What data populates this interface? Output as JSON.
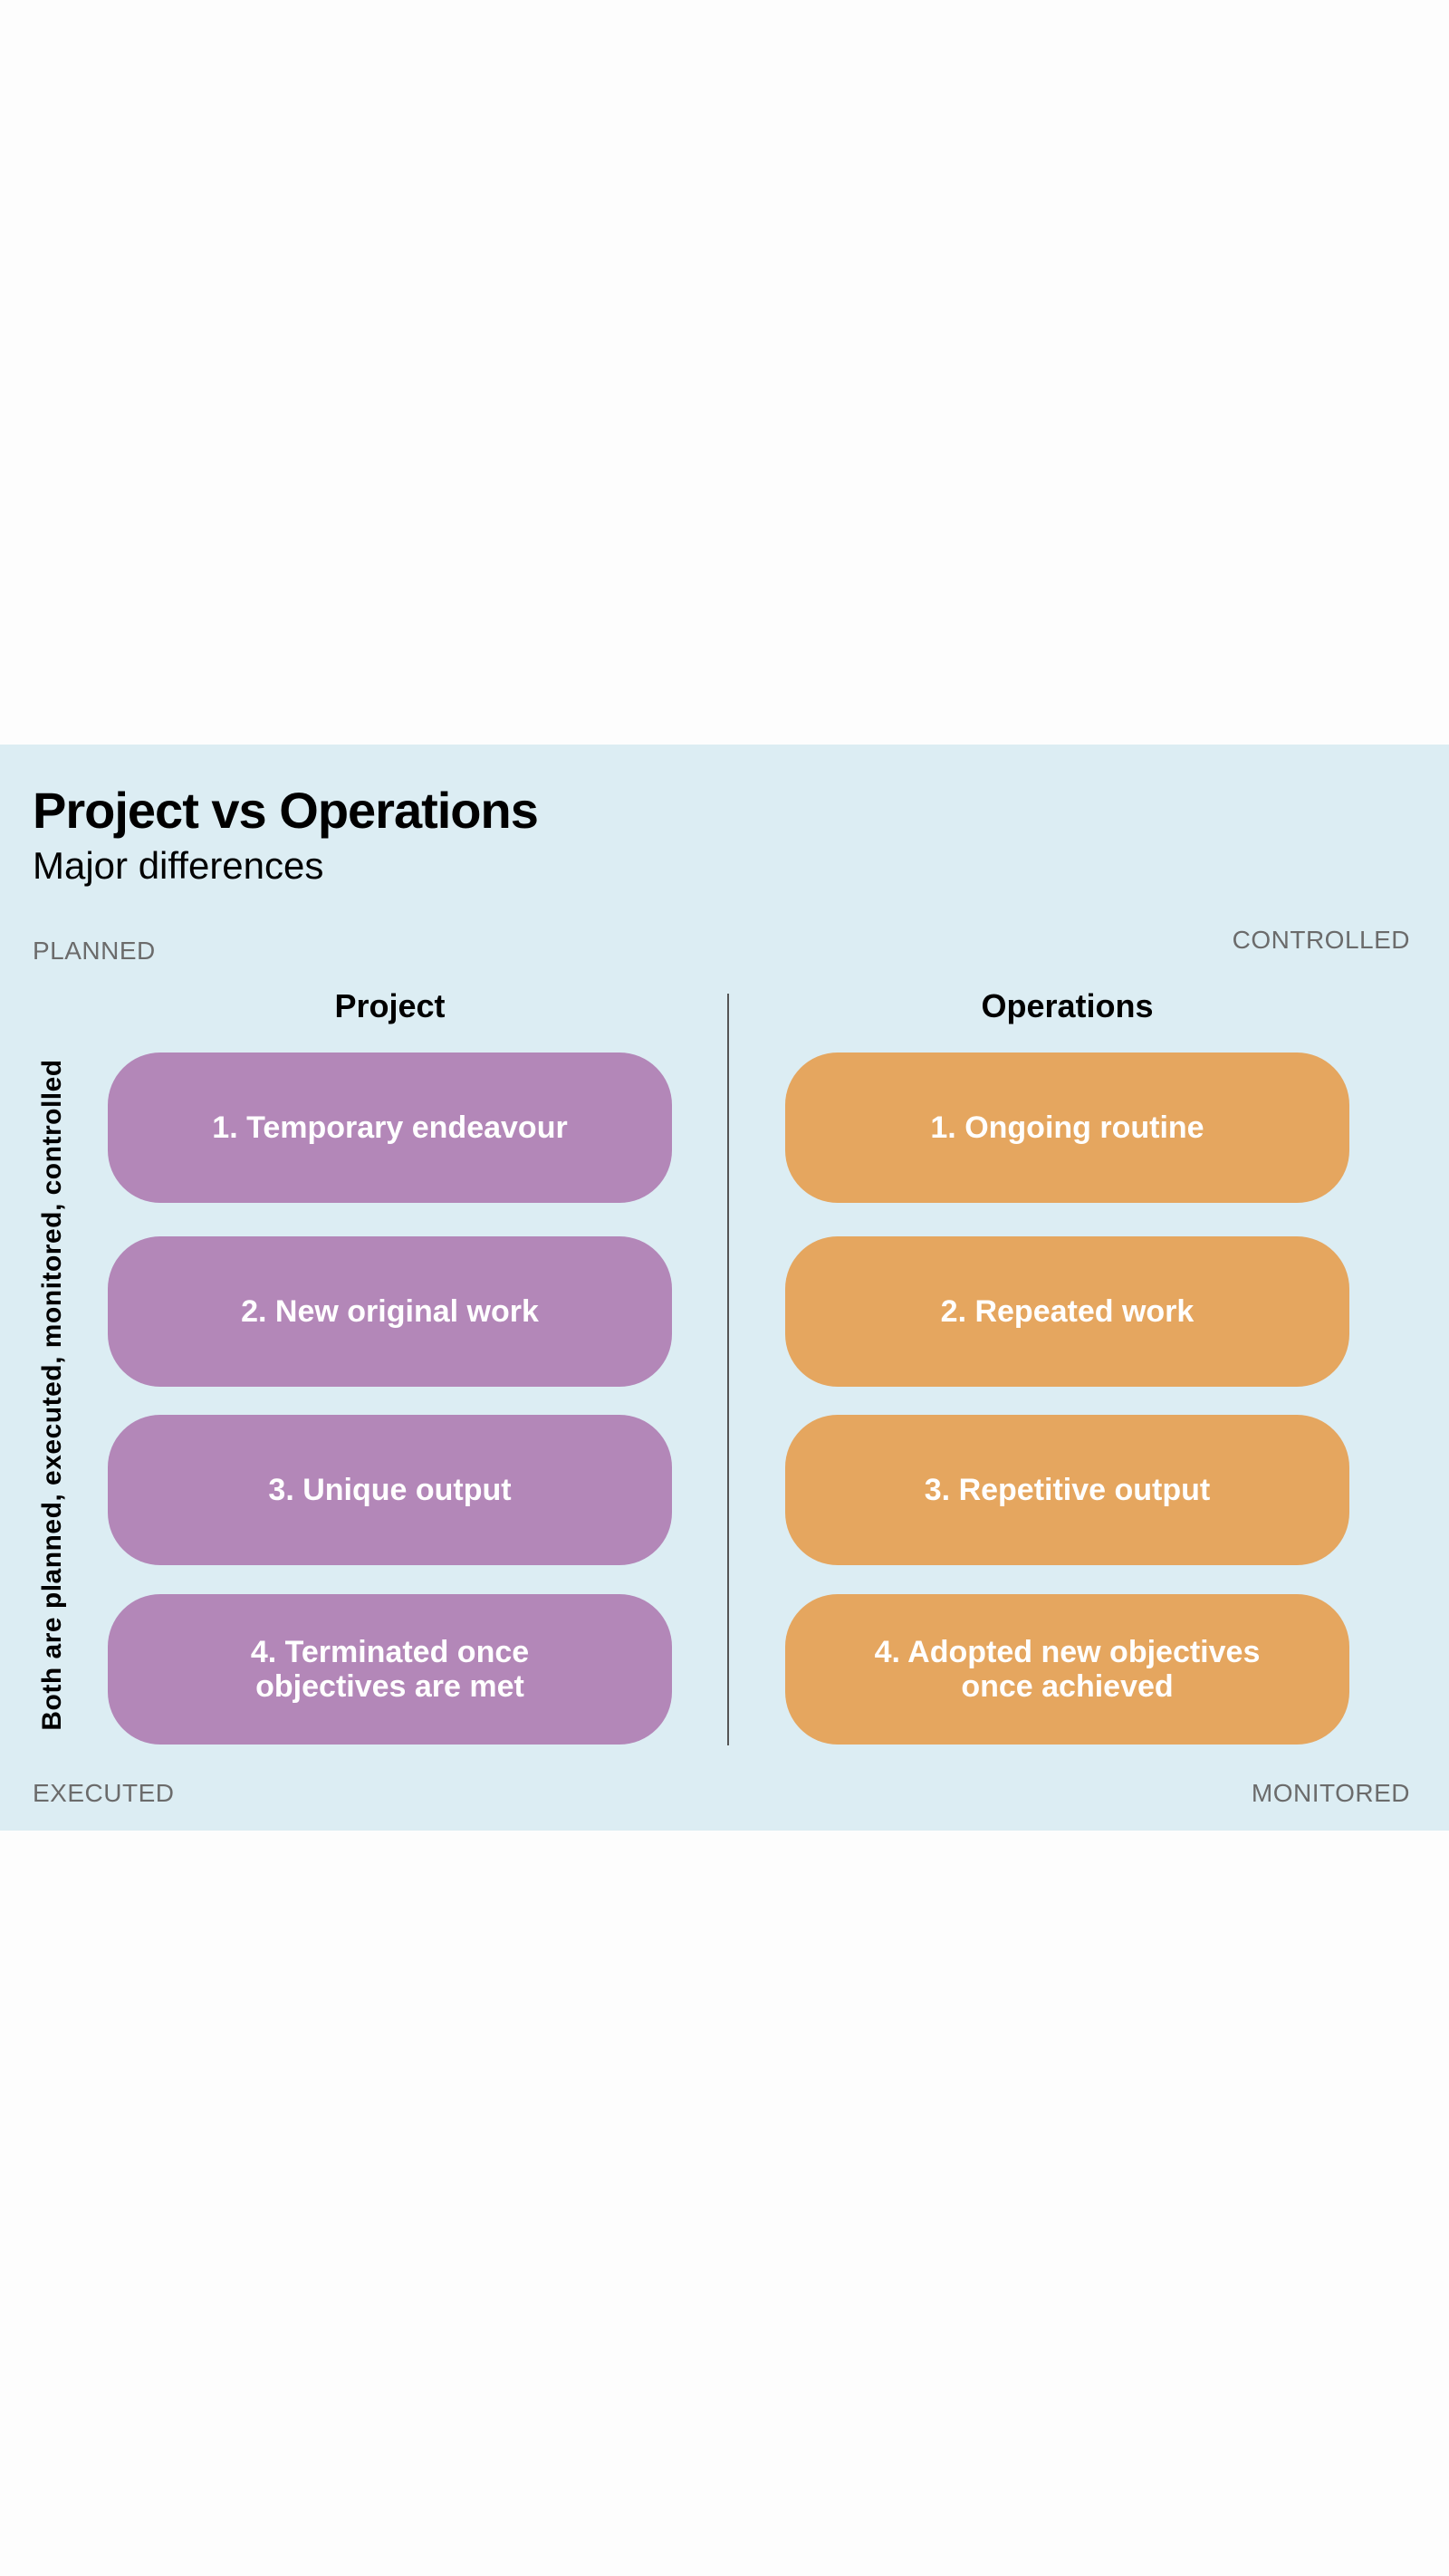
{
  "title": "Project vs Operations",
  "subtitle": "Major differences",
  "corners": {
    "top_left": "PLANNED",
    "top_right": "CONTROLLED",
    "bottom_left": "EXECUTED",
    "bottom_right": "MONITORED"
  },
  "side_label": "Both are planned, executed, monitored, controlled",
  "columns": {
    "project": {
      "heading": "Project",
      "items": [
        "1.  Temporary endeavour",
        "2.  New original work",
        "3.  Unique output",
        "4. Terminated once\nobjectives are met"
      ]
    },
    "operations": {
      "heading": "Operations",
      "items": [
        "1. Ongoing routine",
        "2. Repeated work",
        "3. Repetitive output",
        "4. Adopted new objectives\nonce achieved"
      ]
    }
  },
  "colors": {
    "background": "#dcedf3",
    "project": "#b387b8",
    "operations": "#e5a65f"
  }
}
